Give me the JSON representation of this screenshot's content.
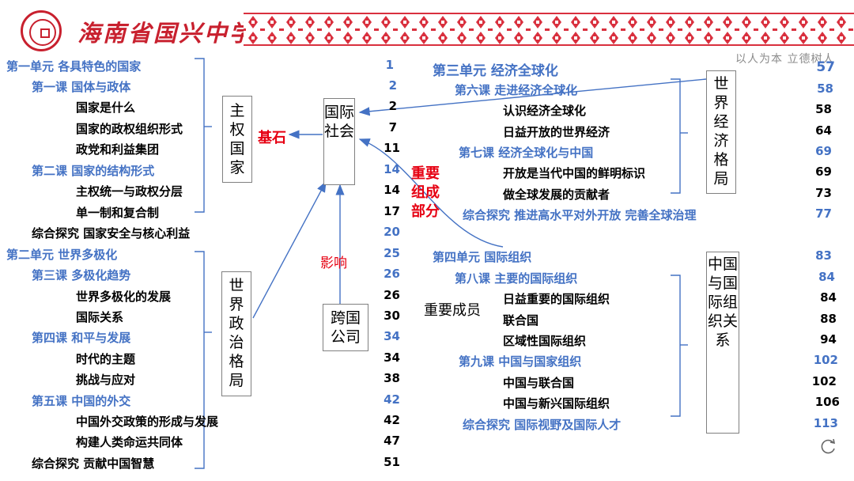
{
  "header": {
    "school_name": "海南省国兴中学",
    "motto": "以人为本 立德树人"
  },
  "left_column": [
    {
      "label": "第一单元 各具特色的国家",
      "page": "1",
      "kind": "unit"
    },
    {
      "label": "第一课 国体与政体",
      "page": "2",
      "kind": "lesson"
    },
    {
      "label": "国家是什么",
      "page": "2",
      "kind": "topic"
    },
    {
      "label": "国家的政权组织形式",
      "page": "7",
      "kind": "topic"
    },
    {
      "label": "政党和利益集团",
      "page": "11",
      "kind": "topic"
    },
    {
      "label": "第二课 国家的结构形式",
      "page": "14",
      "kind": "lesson"
    },
    {
      "label": "主权统一与政权分层",
      "page": "14",
      "kind": "topic"
    },
    {
      "label": "单一制和复合制",
      "page": "17",
      "kind": "topic"
    },
    {
      "label": "综合探究 国家安全与核心利益",
      "page": "20",
      "kind": "inquiry"
    },
    {
      "label": "第二单元 世界多极化",
      "page": "25",
      "kind": "unit"
    },
    {
      "label": "第三课 多极化趋势",
      "page": "26",
      "kind": "lesson"
    },
    {
      "label": "世界多极化的发展",
      "page": "26",
      "kind": "topic"
    },
    {
      "label": "国际关系",
      "page": "30",
      "kind": "topic"
    },
    {
      "label": "第四课 和平与发展",
      "page": "34",
      "kind": "lesson"
    },
    {
      "label": "时代的主题",
      "page": "34",
      "kind": "topic"
    },
    {
      "label": "挑战与应对",
      "page": "38",
      "kind": "topic"
    },
    {
      "label": "第五课 中国的外交",
      "page": "42",
      "kind": "lesson"
    },
    {
      "label": "中国外交政策的形成与发展",
      "page": "42",
      "kind": "topic"
    },
    {
      "label": "构建人类命运共同体",
      "page": "47",
      "kind": "topic"
    },
    {
      "label": "综合探究 贡献中国智慧",
      "page": "51",
      "kind": "inquiry"
    }
  ],
  "right_column": [
    {
      "label": "第三单元 经济全球化",
      "page": "57",
      "kind": "unit"
    },
    {
      "label": "第六课 走进经济全球化",
      "page": "58",
      "kind": "lesson"
    },
    {
      "label": "认识经济全球化",
      "page": "58",
      "kind": "topic"
    },
    {
      "label": "日益开放的世界经济",
      "page": "64",
      "kind": "topic"
    },
    {
      "label": "第七课 经济全球化与中国",
      "page": "69",
      "kind": "lesson"
    },
    {
      "label": "开放是当代中国的鲜明标识",
      "page": "69",
      "kind": "topic"
    },
    {
      "label": "做全球发展的贡献者",
      "page": "73",
      "kind": "topic"
    },
    {
      "label": "综合探究 推进高水平对外开放 完善全球治理",
      "page": "77",
      "kind": "inquiry"
    },
    {
      "label": "第四单元 国际组织",
      "page": "83",
      "kind": "unit"
    },
    {
      "label": "第八课 主要的国际组织",
      "page": "84",
      "kind": "lesson"
    },
    {
      "label": "日益重要的国际组织",
      "page": "84",
      "kind": "topic"
    },
    {
      "label": "联合国",
      "page": "88",
      "kind": "topic"
    },
    {
      "label": "区域性国际组织",
      "page": "94",
      "kind": "topic"
    },
    {
      "label": "第九课 中国与国家组织",
      "page": "102",
      "kind": "lesson"
    },
    {
      "label": "中国与联合国",
      "page": "102",
      "kind": "topic"
    },
    {
      "label": "中国与新兴国际组织",
      "page": "106",
      "kind": "topic"
    },
    {
      "label": "综合探究 国际视野及国际人才",
      "page": "113",
      "kind": "inquiry"
    }
  ],
  "boxes": {
    "sovereign_state": "主权国家",
    "international_society": "国际社会",
    "world_politics": "世界政治格局",
    "transnational": "跨国公司",
    "world_economy": "世界经济格局",
    "china_intl_orgs": "中国与国际组织关系"
  },
  "annotations": {
    "cornerstone": "基石",
    "important_part": "重要组成部分",
    "influence": "影响",
    "important_member": "重要成员"
  },
  "colors": {
    "unit_blue": "#4472c4",
    "accent_red": "#e60012",
    "brand_red": "#c8202e"
  }
}
